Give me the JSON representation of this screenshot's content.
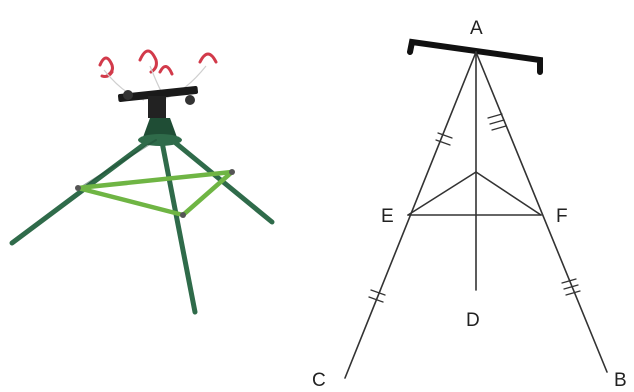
{
  "photo": {
    "description_icon": "tripod-sprinkler-photo",
    "colors": {
      "leg": "#2f6b4a",
      "leg_dark": "#1f4d35",
      "brace": "#6fb544",
      "head": "#1a1a1a",
      "water": "#d23a4a"
    }
  },
  "diagram": {
    "points": {
      "A": "A",
      "B": "B",
      "C": "C",
      "D": "D",
      "E": "E",
      "F": "F"
    },
    "colors": {
      "line": "#333333",
      "bar": "#111111"
    }
  }
}
